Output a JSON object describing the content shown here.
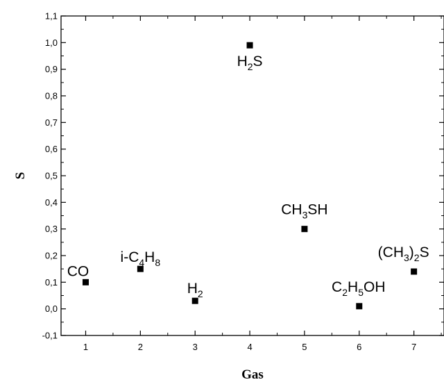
{
  "chart_data": {
    "type": "scatter",
    "xlabel": "Gas",
    "ylabel": "S",
    "xlim": [
      0.55,
      7.55
    ],
    "ylim": [
      -0.1,
      1.1
    ],
    "x_ticks": [
      "1",
      "2",
      "3",
      "4",
      "5",
      "6",
      "7"
    ],
    "y_ticks": [
      "-0,1",
      "0,0",
      "0,1",
      "0,2",
      "0,3",
      "0,4",
      "0,5",
      "0,6",
      "0,7",
      "0,8",
      "0,9",
      "1,0",
      "1,1"
    ],
    "grid": false,
    "marker_color": "#000000",
    "points": [
      {
        "x": 1,
        "y": 0.1,
        "label": [
          {
            "t": "CO"
          }
        ]
      },
      {
        "x": 2,
        "y": 0.15,
        "label": [
          {
            "t": "i-C"
          },
          {
            "t": "4",
            "sub": true
          },
          {
            "t": "H"
          },
          {
            "t": "8",
            "sub": true
          }
        ]
      },
      {
        "x": 3,
        "y": 0.03,
        "label": [
          {
            "t": "H"
          },
          {
            "t": "2",
            "sub": true
          }
        ]
      },
      {
        "x": 4,
        "y": 0.99,
        "label": [
          {
            "t": "H"
          },
          {
            "t": "2",
            "sub": true
          },
          {
            "t": "S"
          }
        ]
      },
      {
        "x": 5,
        "y": 0.3,
        "label": [
          {
            "t": "CH"
          },
          {
            "t": "3",
            "sub": true
          },
          {
            "t": "SH"
          }
        ]
      },
      {
        "x": 6,
        "y": 0.01,
        "label": [
          {
            "t": "C"
          },
          {
            "t": "2",
            "sub": true
          },
          {
            "t": "H"
          },
          {
            "t": "5",
            "sub": true
          },
          {
            "t": "OH"
          }
        ]
      },
      {
        "x": 7,
        "y": 0.14,
        "label": [
          {
            "t": "(CH"
          },
          {
            "t": "3",
            "sub": true
          },
          {
            "t": ")"
          },
          {
            "t": "2",
            "sub": true
          },
          {
            "t": "S"
          }
        ]
      }
    ]
  }
}
